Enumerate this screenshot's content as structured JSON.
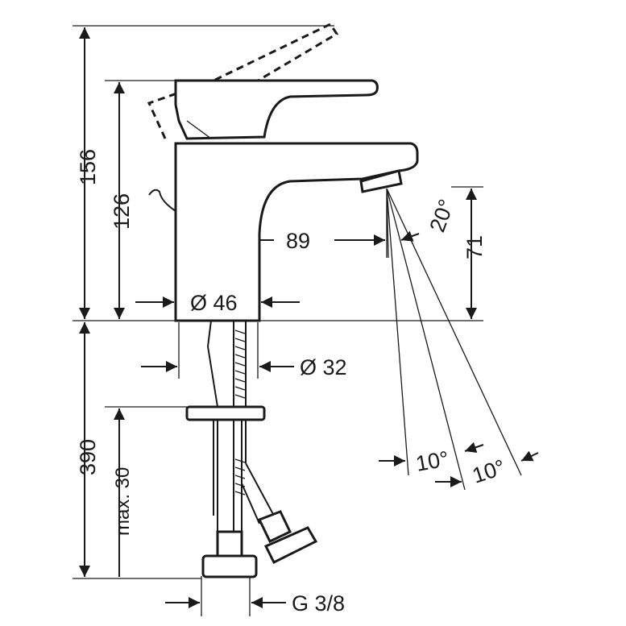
{
  "drawing": {
    "dimensions": {
      "total_height": "156",
      "spout_height": "126",
      "spout_reach": "89",
      "aerator_height": "71",
      "spray_angle": "20°",
      "body_diameter": "Ø 46",
      "hole_diameter": "Ø 32",
      "connection_length": "390",
      "max_counter_thickness": "max. 30",
      "spray_angle_left": "10°",
      "spray_angle_right": "10°",
      "thread": "G 3/8"
    }
  }
}
